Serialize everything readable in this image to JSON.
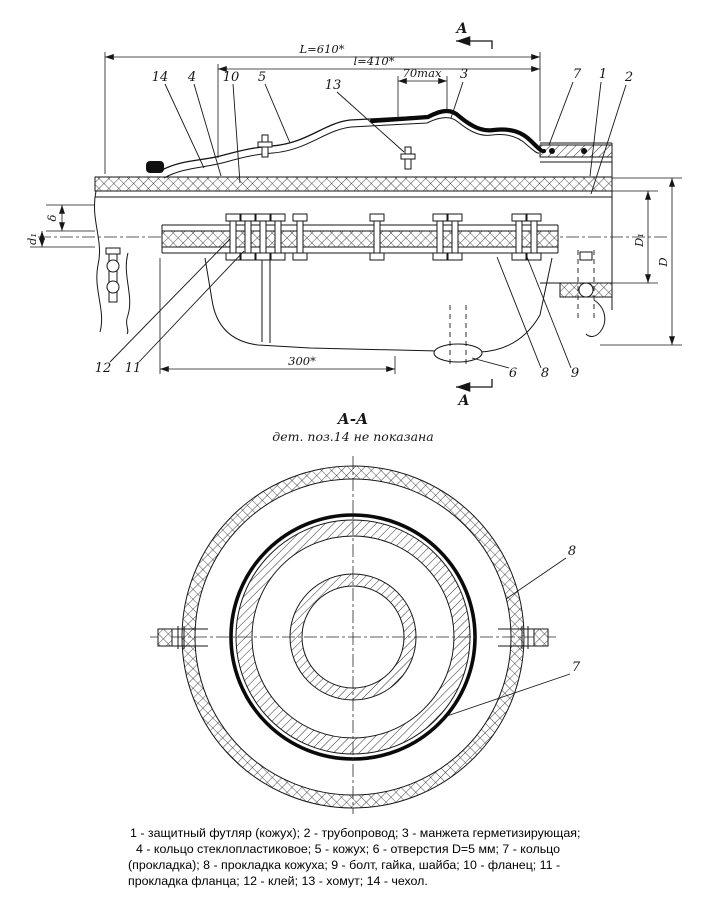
{
  "colors": {
    "ink": "#161616",
    "background": "#ffffff"
  },
  "drawing": {
    "dims": {
      "overall_length": "L=610*",
      "casing_length": "l=410*",
      "max_offset": "70max",
      "flange_length": "300*",
      "wall_thickness": "δ",
      "pipe_diameter": "d₁",
      "inner_diameter": "D₁",
      "outer_diameter": "D"
    },
    "section_mark": "А",
    "callouts": {
      "c14": "14",
      "c4": "4",
      "c10": "10",
      "c5": "5",
      "c13": "13",
      "c3": "3",
      "c7": "7",
      "c1": "1",
      "c2": "2",
      "c12": "12",
      "c11": "11",
      "c6": "6",
      "c8": "8",
      "c9": "9"
    }
  },
  "section_view": {
    "title": "А-А",
    "note": "дет. поз.14 не показана",
    "label_8": "8",
    "label_7": "7"
  },
  "legend": {
    "line1": "1 - защитный футляр (кожух); 2 - трубопровод; 3 - манжета герметизирующая;",
    "line2": "4 - кольцо стеклопластиковое; 5 - кожух; 6 - отверстия D=5 мм; 7 - кольцо",
    "line3": "(прокладка); 8 - прокладка кожуха; 9 - болт, гайка, шайба; 10 - фланец; 11 -",
    "line4": "прокладка фланца; 12 - клей; 13 - хомут; 14 - чехол."
  }
}
